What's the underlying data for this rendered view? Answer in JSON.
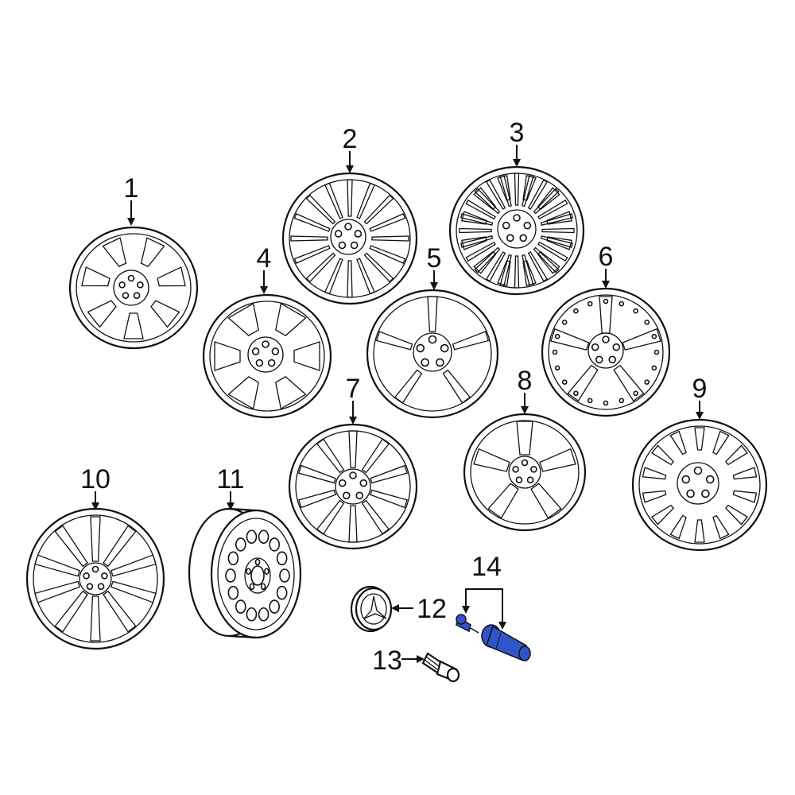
{
  "callouts": {
    "c1": "1",
    "c2": "2",
    "c3": "3",
    "c4": "4",
    "c5": "5",
    "c6": "6",
    "c7": "7",
    "c8": "8",
    "c9": "9",
    "c10": "10",
    "c11": "11",
    "c12": "12",
    "c13": "13",
    "c14": "14"
  },
  "colors": {
    "line": "#111111",
    "highlight": "#2f55c8",
    "background": "#ffffff"
  }
}
